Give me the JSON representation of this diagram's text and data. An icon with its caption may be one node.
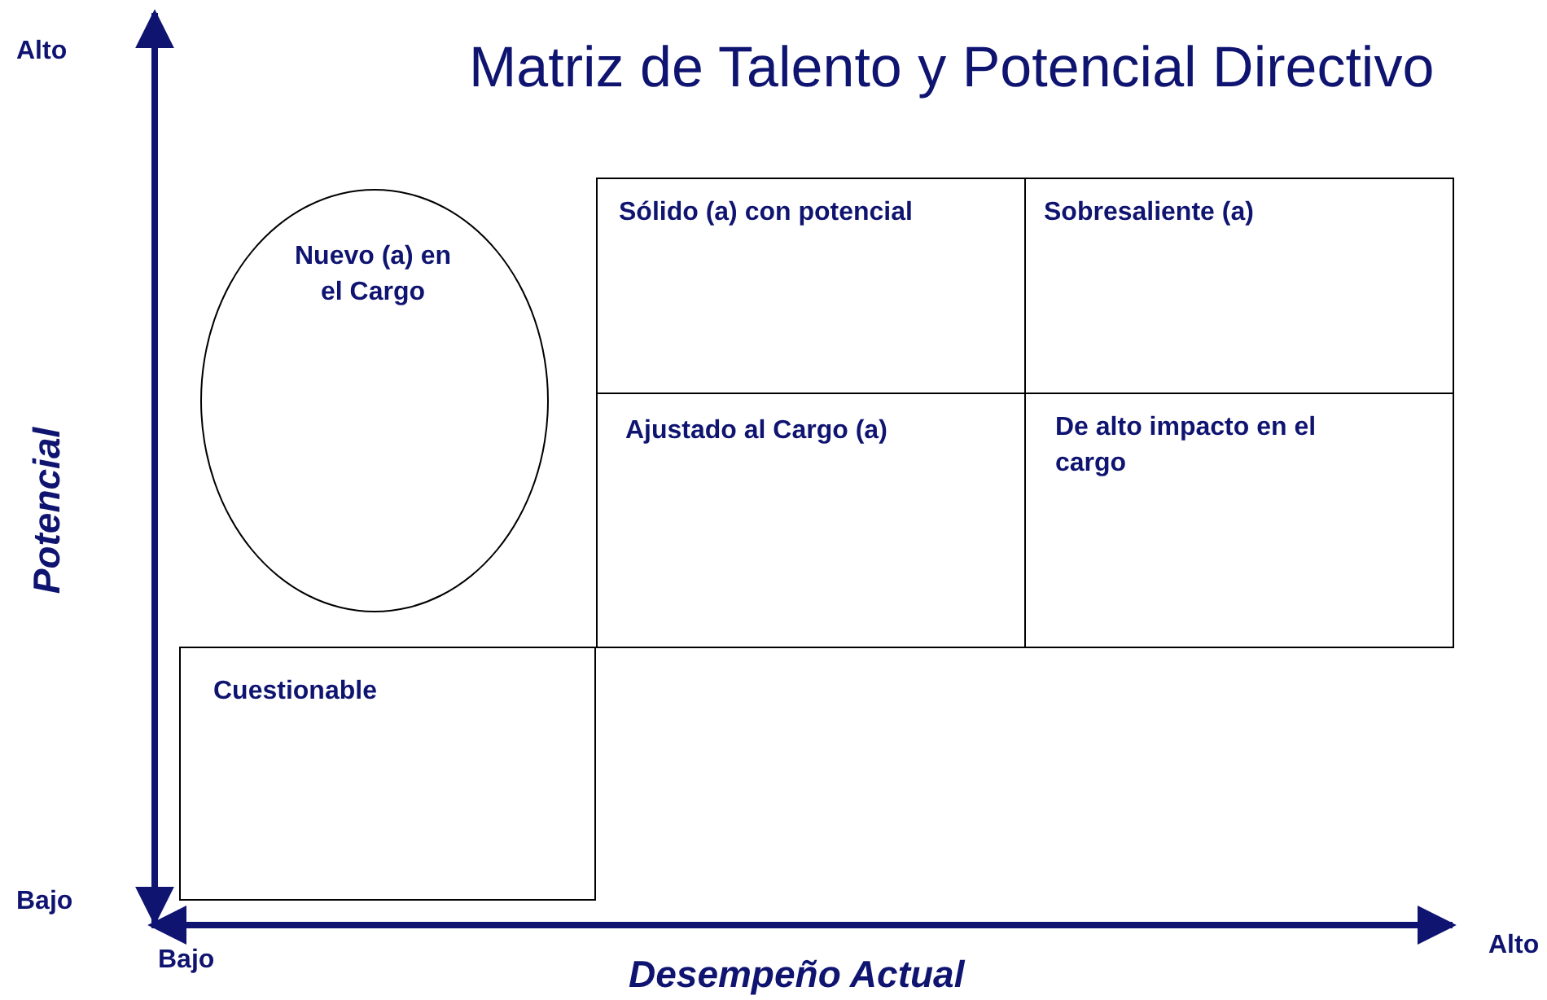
{
  "diagram": {
    "title": "Matriz de Talento y Potencial Directivo",
    "nodes": [
      {
        "text": [
          "Nuevo (a) en el Cargo"
        ]
      },
      {
        "text": [
          "Sólido (a) con potencial"
        ]
      },
      {
        "text": [
          "Sobresaliente (a)"
        ]
      },
      {
        "text": [
          "Ajustado al Cargo (a)"
        ]
      },
      {
        "text": [
          "De alto impacto en el cargo"
        ]
      },
      {
        "text": [
          "Cuestionable"
        ]
      }
    ],
    "labels": [
      "Alto",
      "Potencial",
      "Bajo",
      "Bajo",
      "Desempeño Actual",
      "Alto"
    ]
  }
}
